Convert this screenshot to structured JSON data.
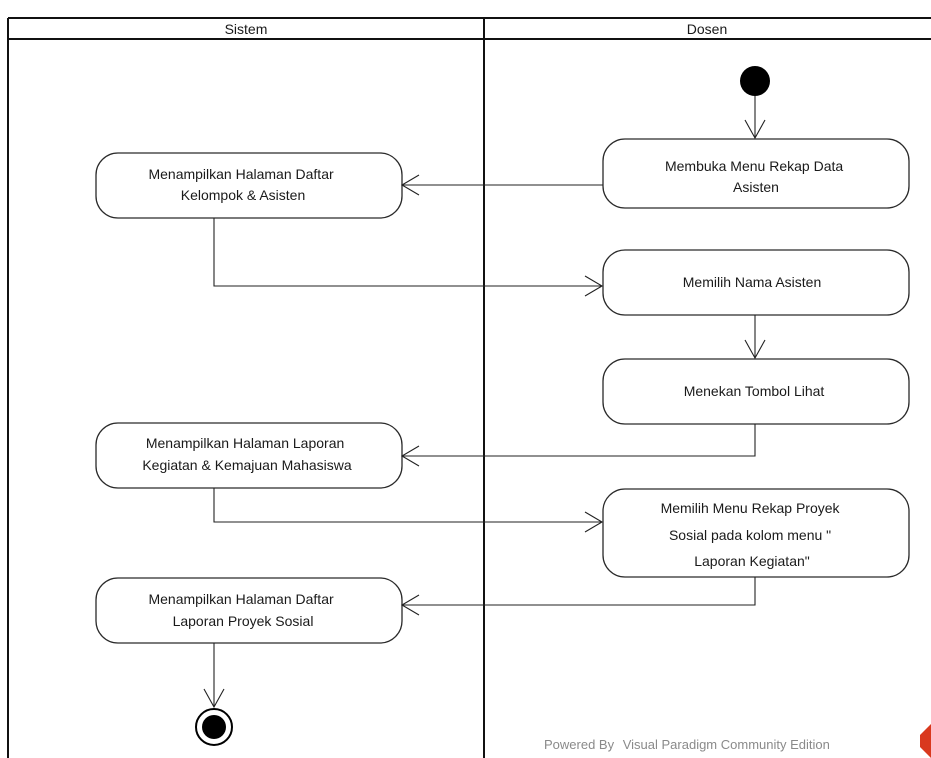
{
  "lanes": {
    "left_title": "Sistem",
    "right_title": "Dosen"
  },
  "actions": {
    "open_menu": [
      "Membuka Menu Rekap Data",
      "Asisten"
    ],
    "show_group_list": [
      "Menampilkan Halaman Daftar",
      "Kelompok & Asisten"
    ],
    "choose_assistant": [
      "Memilih Nama Asisten"
    ],
    "press_view": [
      "Menekan Tombol Lihat"
    ],
    "show_activity_report": [
      "Menampilkan Halaman Laporan",
      "Kegiatan & Kemajuan Mahasiswa"
    ],
    "choose_project_menu": [
      "Memilih Menu Rekap Proyek",
      "Sosial pada kolom menu \"",
      "Laporan Kegiatan\""
    ],
    "show_project_report": [
      "Menampilkan Halaman Daftar",
      "Laporan Proyek Sosial"
    ]
  },
  "footer": {
    "powered_by": "Powered By",
    "product": "Visual Paradigm Community Edition"
  },
  "colors": {
    "line": "#222222",
    "node": "#000000",
    "logo": "#d9381e"
  }
}
